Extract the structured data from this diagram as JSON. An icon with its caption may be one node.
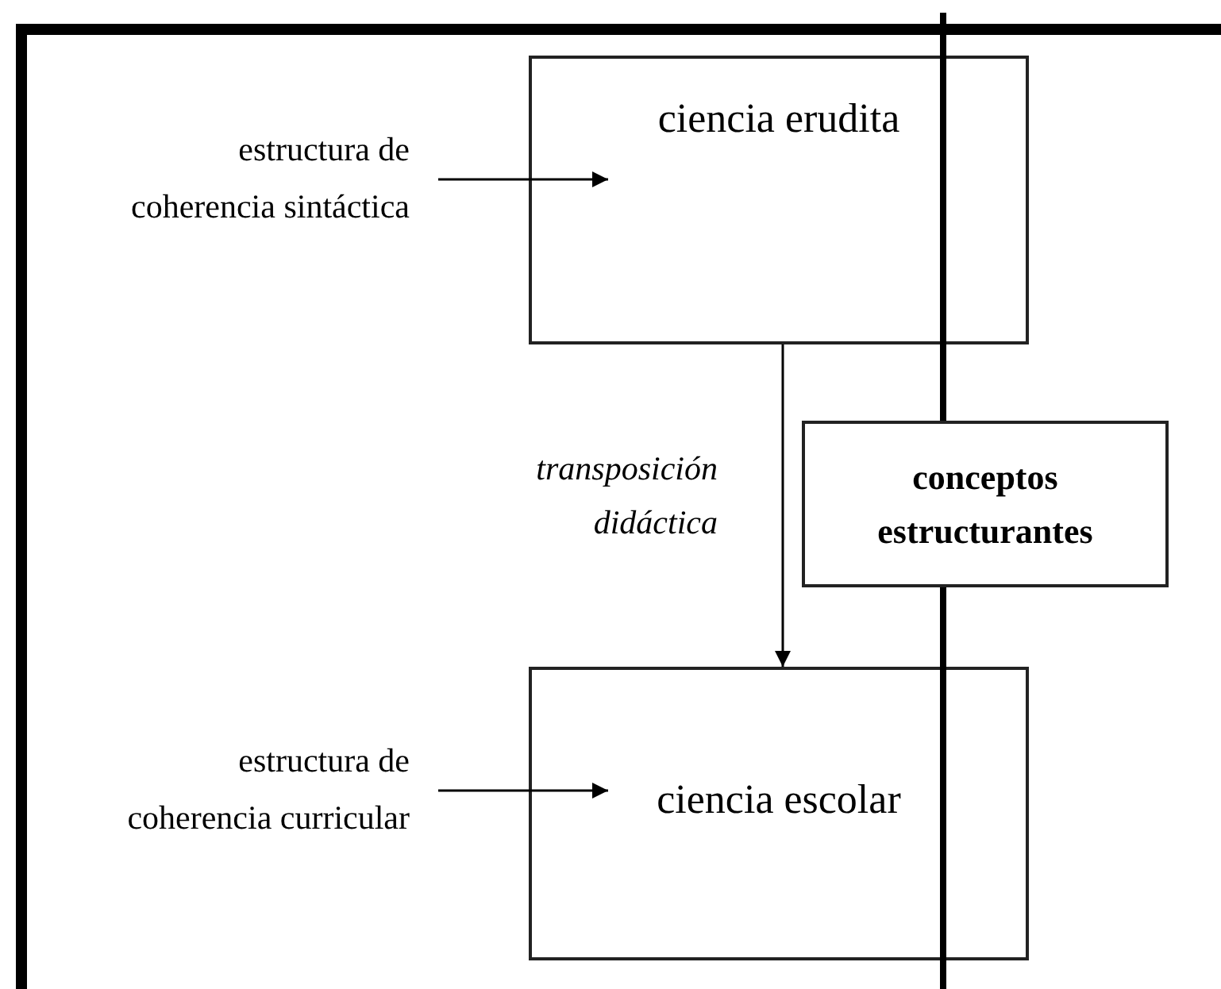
{
  "diagram": {
    "nodes": [
      {
        "text": [
          "ciencia erudita"
        ]
      },
      {
        "text": [
          "ciencia escolar"
        ]
      },
      {
        "text": [
          "conceptos estructurantes"
        ]
      },
      {
        "text": [
          "estructura de coherencia sintáctica"
        ]
      },
      {
        "text": [
          "estructura de coherencia curricular"
        ]
      }
    ],
    "edges": [
      {
        "from": 3,
        "to": 0,
        "arrow": "to"
      },
      {
        "from": 0,
        "to": 1,
        "arrow": "to",
        "label": "transposición didáctica"
      },
      {
        "from": 4,
        "to": 1,
        "arrow": "to"
      }
    ]
  }
}
